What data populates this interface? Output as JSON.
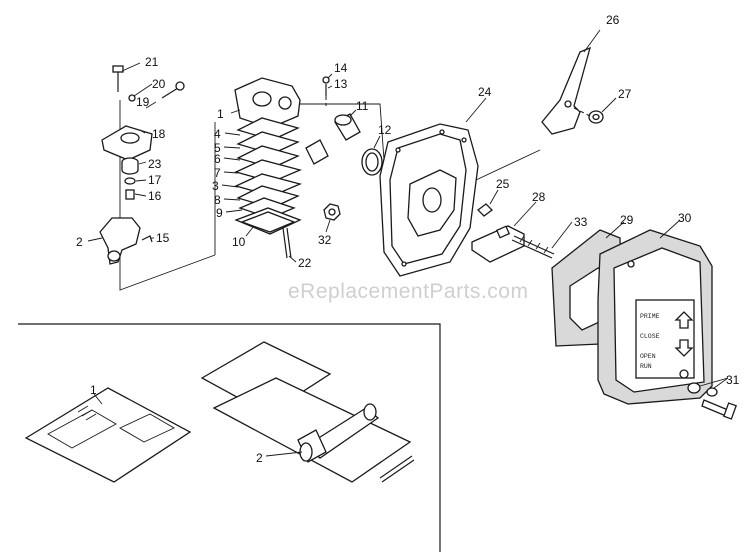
{
  "watermark": "eReplacementParts.com",
  "callouts": {
    "c1": "1",
    "c2": "2",
    "c3": "3",
    "c4": "4",
    "c5": "5",
    "c6": "6",
    "c7": "7",
    "c8": "8",
    "c9": "9",
    "c10": "10",
    "c11": "11",
    "c12": "12",
    "c13": "13",
    "c14": "14",
    "c15": "15",
    "c16": "16",
    "c17": "17",
    "c18": "18",
    "c19": "19",
    "c20": "20",
    "c21": "21",
    "c22": "22",
    "c23": "23",
    "c24": "24",
    "c25": "25",
    "c26": "26",
    "c27": "27",
    "c28": "28",
    "c29": "29",
    "c30": "30",
    "c31": "31",
    "c32": "32",
    "c33": "33",
    "kit1": "1",
    "kit2": "2"
  },
  "cover_decal": {
    "line1": "PRIME",
    "line2": "CLOSE",
    "line3": "OPEN",
    "line4": "RUN"
  }
}
